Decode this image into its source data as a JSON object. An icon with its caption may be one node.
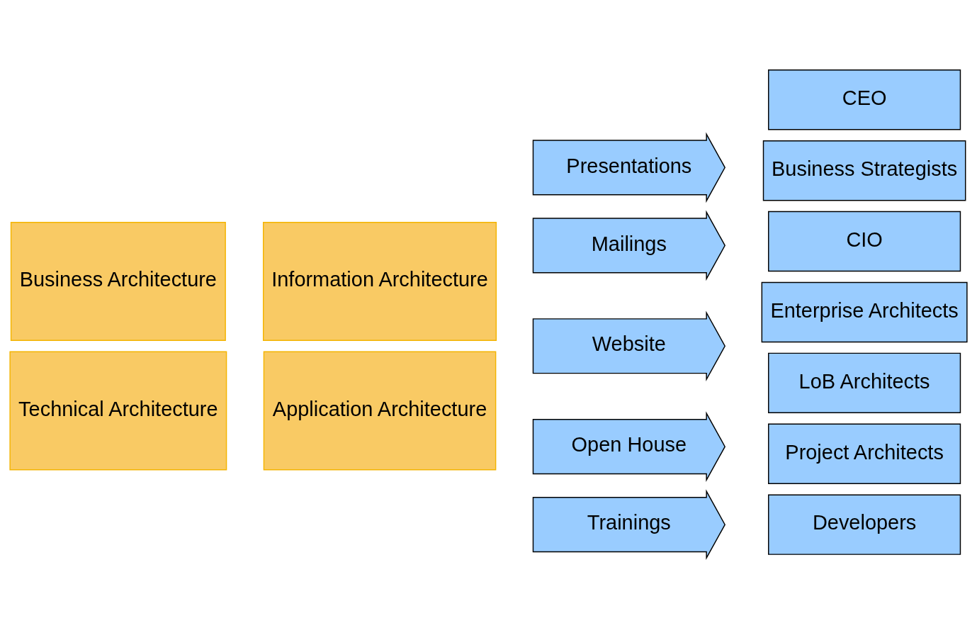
{
  "diagram": {
    "nodes": [
      {
        "text": [
          "Business Architecture"
        ]
      },
      {
        "text": [
          "Information Architecture"
        ]
      },
      {
        "text": [
          "Technical Architecture"
        ]
      },
      {
        "text": [
          "Application Architecture"
        ]
      },
      {
        "text": [
          "Presentations"
        ]
      },
      {
        "text": [
          "Mailings"
        ]
      },
      {
        "text": [
          "Website"
        ]
      },
      {
        "text": [
          "Open House"
        ]
      },
      {
        "text": [
          "Trainings"
        ]
      },
      {
        "text": [
          "CEO"
        ]
      },
      {
        "text": [
          "Business Strategists"
        ]
      },
      {
        "text": [
          "CIO"
        ]
      },
      {
        "text": [
          "Enterprise Architects"
        ]
      },
      {
        "text": [
          "LoB Architects"
        ]
      },
      {
        "text": [
          "Project Architects"
        ]
      },
      {
        "text": [
          "Developers"
        ]
      }
    ]
  }
}
